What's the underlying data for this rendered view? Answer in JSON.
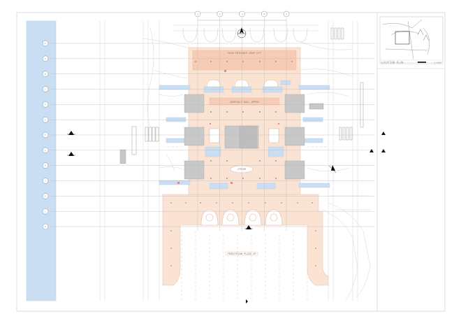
{
  "drawing": {
    "upper_plaza_label": "MAIN ENTRANCE DROP OFF",
    "concourse_label": "ARRIVALS HALL UPPER",
    "lower_plaza_label": "PEDESTRIAN PLAZA UP",
    "center_label": "ATRIUM"
  },
  "title_block": {
    "location_plan_title": "LOCATION PLAN",
    "scale_text": "1:500"
  },
  "grid": {
    "column_markers": [
      "1",
      "2",
      "3",
      "4",
      "5"
    ],
    "row_markers": [
      "A1",
      "A",
      "B",
      "C",
      "D",
      "E",
      "F",
      "G",
      "H",
      "J",
      "K",
      "L",
      "M"
    ]
  },
  "colors": {
    "salmon": "#fbe3d3",
    "salmon_dark": "#f6cdb4",
    "water_blue": "#c9def3",
    "gray_block": "#c8c8c8",
    "linework": "#c9c9c9",
    "grid_line": "#b9b9b9"
  }
}
